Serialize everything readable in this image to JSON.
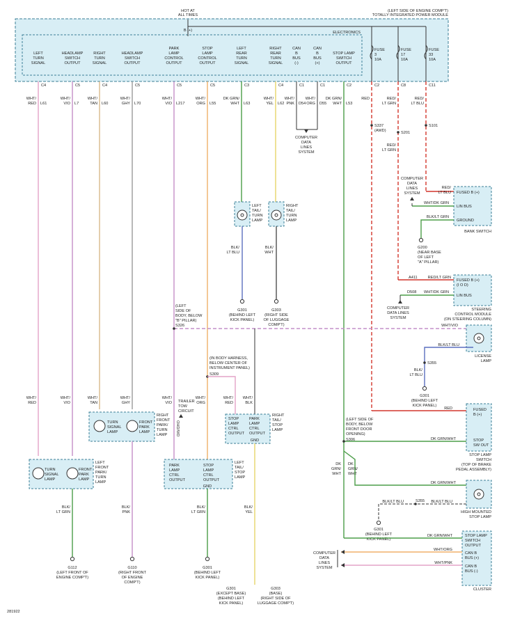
{
  "top": {
    "hot_label": "HOT AT",
    "hot_sub": "ALL TIMES",
    "tipm_label1": "(LEFT SIDE OF ENGINE COMP'T)",
    "tipm_label2": "TOTALLY INTEGRATED POWER MODULE",
    "b_plus": "B (+)",
    "electronics": "ELECTRONICS"
  },
  "module_outputs": [
    {
      "l1": "LEFT",
      "l2": "TURN",
      "l3": "SIGNAL",
      "pin": "C4",
      "wire": "WHT/",
      "wire2": "RED",
      "circuit": "L61"
    },
    {
      "l1": "HEADLAMP",
      "l2": "SWITCH",
      "l3": "OUTPUT",
      "pin": "C5",
      "wire": "WHT/",
      "wire2": "VIO",
      "circuit": "L7"
    },
    {
      "l1": "RIGHT",
      "l2": "TURN",
      "l3": "SIGNAL",
      "pin": "C4",
      "wire": "WHT/",
      "wire2": "TAN",
      "circuit": "L60"
    },
    {
      "l1": "HEADLAMP",
      "l2": "SWITCH",
      "l3": "OUTPUT",
      "pin": "C5",
      "wire": "WHT/",
      "wire2": "GHY",
      "circuit": "L70"
    },
    {
      "l1": "PARK",
      "l2": "LAMP",
      "l3": "CONTROL",
      "l4": "OUTPUT",
      "pin": "C5",
      "wire": "WHT/",
      "wire2": "VIO",
      "circuit": "L217"
    },
    {
      "l1": "STOP",
      "l2": "LAMP",
      "l3": "CONTROL",
      "l4": "OUTPUT",
      "pin": "C5",
      "wire": "WHT/",
      "wire2": "ORG",
      "circuit": "L55"
    },
    {
      "l1": "LEFT",
      "l2": "REAR",
      "l3": "TURN",
      "l4": "SIGNAL",
      "pin": "C3",
      "wire": "DK GRN/",
      "wire2": "WHT",
      "circuit": "L63"
    },
    {
      "l1": "RIGHT",
      "l2": "REAR",
      "l3": "TURN",
      "l4": "SIGNAL",
      "pin": "C4",
      "wire": "WHT/",
      "wire2": "YEL",
      "circuit": "L62"
    },
    {
      "l1": "CAN",
      "l2": "B",
      "l3": "BUS",
      "l4": "(-)",
      "pin": "C1",
      "wire": "WHT/",
      "wire2": "PNK",
      "circuit": "D54"
    },
    {
      "l1": "CAN",
      "l2": "B",
      "l3": "BUS",
      "l4": "(+)",
      "pin": "C1",
      "wire": "WHT/",
      "wire2": "ORG",
      "circuit": "D55"
    },
    {
      "l1": "STOP LAMP",
      "l2": "SWITCH",
      "l3": "OUTPUT",
      "pin": "C2",
      "wire": "DK GRN/",
      "wire2": "WHT",
      "circuit": "L53"
    }
  ],
  "fuses": [
    {
      "l1": "FUSE",
      "l2": "3",
      "l3": "10A",
      "pin": "C2"
    },
    {
      "l1": "FUSE",
      "l2": "17",
      "l3": "10A",
      "pin": "C8"
    },
    {
      "l1": "FUSE",
      "l2": "33",
      "l3": "10A",
      "pin": "C11"
    }
  ],
  "fuse_wires": {
    "f1": "RED",
    "f2a": "RED/",
    "f2b": "LT GRN",
    "f3a": "RED/",
    "f3b": "LT BLU",
    "s337": "S337",
    "awd": "(AWD)",
    "s201": "S201",
    "s101": "S101",
    "s201_wire_a": "RED/",
    "s201_wire_b": "LT GRN"
  },
  "bank_switch": {
    "title": "BANK SWITCH",
    "fused": "FUSED B (+)",
    "lin": "LIN BUS",
    "ground": "GROUND",
    "w1": "RED/",
    "w1b": "LT BLU",
    "w2": "WHT/DK GRN",
    "w3": "BLK/LT GRN",
    "cds1": "COMPUTER",
    "cds2": "DATA",
    "cds3": "LINES",
    "cds4": "SYSTEM",
    "g200": "G200",
    "g200b": "(NEAR BASE",
    "g200c": "OF LEFT",
    "g200d": "\"A\" PILLAR)"
  },
  "steering_module": {
    "fused": "FUSED B (+)",
    "iod": "(I O D)",
    "lin": "LIN BUS",
    "w1": "RED/LT GRN",
    "w2": "WHT/DK GRN",
    "a411": "A411",
    "d508": "D508",
    "t1": "STEERING",
    "t2": "CONTROL MODULE",
    "t3": "(ON STEERING COLUMN)",
    "cds1": "COMPUTER",
    "cds2": "DATA LINES",
    "cds3": "SYSTEM"
  },
  "tail_lamps": {
    "left_l1": "LEFT",
    "left_l2": "TAIL/",
    "left_l3": "TURN",
    "left_l4": "LAMP",
    "right_l1": "RIGHT",
    "right_l2": "TAIL/",
    "right_l3": "TURN",
    "right_l4": "LAMP",
    "lw1": "BLK/",
    "lw2": "LT BLU",
    "rw1": "BLK/",
    "rw2": "WHT",
    "g301": "G301",
    "g301b": "(BEHIND LEFT",
    "g301c": "KICK PANEL)",
    "g303": "G303",
    "g303b": "(RIGHT SIDE",
    "g303c": "OF LUGGAGE",
    "g303d": "COMP'T)"
  },
  "body_splice": {
    "l1": "(LEFT",
    "l2": "SIDE OF",
    "l3": "BODY, BELOW",
    "l4": "\"B\" PILLAR)",
    "s": "S326",
    "wire": "WHT/VIO"
  },
  "cds_mid": {
    "l1": "COMPUTER",
    "l2": "DATA",
    "l3": "LINES",
    "l4": "SYSTEM"
  },
  "license_lamp": {
    "t1": "LICENSE",
    "t2": "LAMP",
    "w": "BLK/LT BLU",
    "s355": "S355",
    "w2": "BLK/",
    "w3": "LT BLU",
    "g301": "G301",
    "g301b": "(BEHIND LEFT",
    "g301c": "KICK PANEL)"
  },
  "s309": {
    "l1": "(IN BODY HARNESS,",
    "l2": "BELOW CENTER OF",
    "l3": "INSTRUMENT PANEL)",
    "s": "S309"
  },
  "front_lamps": {
    "rwire1": "WHT/",
    "rwire2": "TAN",
    "rwire3": "WHT/",
    "rwire4": "GHY",
    "turn1": "TURN",
    "turn2": "SIGNAL",
    "turn3": "LAMP",
    "park1": "FRONT",
    "park2": "PARK",
    "park3": "LAMP",
    "right1": "RIGHT",
    "right2": "FRONT",
    "right3": "PARK/",
    "right4": "TURN",
    "right5": "LAMP",
    "left1": "LEFT",
    "left2": "FRONT",
    "left3": "PARK/",
    "left4": "TURN",
    "left5": "LAMP",
    "lwire1": "WHT/",
    "lwire2": "RED",
    "lwire3": "WHT/",
    "lwire4": "VIO",
    "gw1": "BLK/",
    "gw2": "LT GRN",
    "gw3": "BLK/",
    "gw4": "PNK",
    "g112": "G112",
    "g112b": "(LEFT FRONT OF",
    "g112c": "ENGINE COMP'T)",
    "g110": "G110",
    "g110b": "(RIGHT FRONT",
    "g110c": "OF ENGINE",
    "g110d": "COMP'T)"
  },
  "trailer": {
    "l1": "TRAILER",
    "l2": "TOW",
    "l3": "CIRCUIT",
    "ohd": "OHD/WD"
  },
  "left_tail_module": {
    "w1": "WHT/",
    "w2": "VIO",
    "w3": "WHT/",
    "w4": "ORG",
    "a1": "PARK",
    "a2": "LAMP",
    "a3": "CTRL",
    "a4": "OUTPUT",
    "b1": "STOP",
    "b2": "LAMP",
    "b3": "CTRL",
    "b4": "OUTPUT",
    "gnd": "GND",
    "side1": "LEFT",
    "side2": "TAIL/",
    "side3": "STOP",
    "side4": "LAMP",
    "gw1": "BLK/",
    "gw2": "LT GRN",
    "g301": "G301",
    "g301b": "(BEHIND LEFT",
    "g301c": "KICK PANEL)"
  },
  "right_tail_module": {
    "w1": "WHT/",
    "w2": "RED",
    "w3": "WHT/",
    "w4": "BLK",
    "a1": "STOP",
    "a2": "LAMP",
    "a3": "CTRL",
    "a4": "OUTPUT",
    "b1": "PARK",
    "b2": "LAMP",
    "b3": "CTRL",
    "b4": "OUTPUT",
    "gnd": "GND",
    "side1": "RIGHT",
    "side2": "TAIL/",
    "side3": "STOP",
    "side4": "LAMP",
    "gw1": "BLK/",
    "gw2": "YEL",
    "g301": "G301",
    "g301b": "(EXCEPT BASE)",
    "g301c": "(BEHIND LEFT",
    "g301d": "KICK PANEL)",
    "g303": "G303",
    "g303b": "(BASE)",
    "g303c": "(RIGHT SIDE OF",
    "g303d": "LUGGAGE COMP'T)"
  },
  "stop_switch": {
    "red": "RED",
    "fused": "FUSED",
    "fused2": "B (+)",
    "out1": "STOP",
    "out2": "SW OUT",
    "w": "DK GRN/WHT",
    "t1": "STOP LAMP",
    "t2": "SWITCH",
    "t3": "(TOP OF BRAKE",
    "t4": "PEDAL ASSEMBLY)",
    "s306a": "(LEFT SIDE OF",
    "s306b": "BODY, BELOW",
    "s306c": "FRONT DOOR",
    "s306d": "OPENING)",
    "s306": "S306",
    "dkw1": "DK",
    "dkw2": "GRN/",
    "dkw3": "WHT",
    "dkw4": "DK",
    "dkw5": "GRN/",
    "dkw6": "WHT"
  },
  "chmsl": {
    "w": "DK GRN/WHT",
    "w2": "BLK/LT BLU",
    "s355": "S355",
    "t1": "HIGH MOUNTED",
    "t2": "STOP LAMP",
    "g301": "G301",
    "g301b": "(BEHIND LEFT",
    "g301c": "KICK PANEL)"
  },
  "cluster": {
    "w": "DK GRN/WHT",
    "o1": "STOP LAMP",
    "o2": "SWITCH",
    "o3": "OUTPUT",
    "canh": "CAN B",
    "canh2": "BUS (+)",
    "canl": "CAN B",
    "canl2": "BUS (-)",
    "wh": "WHT/ORG",
    "wl": "WHT/PNK",
    "title": "CLUSTER",
    "cds1": "COMPUTER",
    "cds2": "DATA",
    "cds3": "LINES",
    "cds4": "SYSTEM"
  },
  "footer": {
    "code": "281922"
  },
  "colors": {
    "red": "#d2352b",
    "pink": "#e3a3c7",
    "violet": "#c48fc8",
    "gray": "#9a9a9a",
    "tan": "#d8b98a",
    "orange": "#f0b16a",
    "green": "#4b9d48",
    "yellow": "#e6d46a",
    "blue": "#5a6fbf",
    "module_fill": "#d8eef5",
    "module_stroke": "#3b7f96"
  }
}
